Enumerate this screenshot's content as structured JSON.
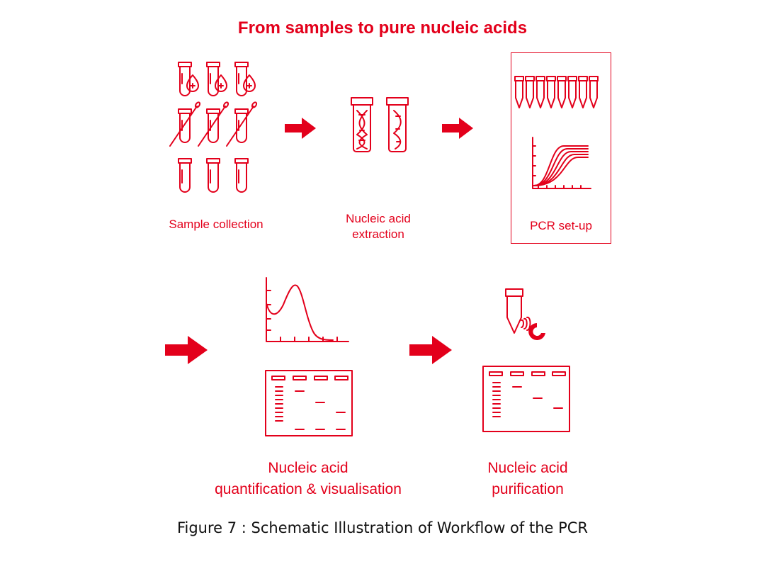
{
  "title": "From samples to pure nucleic acids",
  "steps": {
    "sample_collection": "Sample collection",
    "extraction_line1": "Nucleic acid",
    "extraction_line2": "extraction",
    "pcr_setup": "PCR set-up",
    "quant_line1": "Nucleic acid",
    "quant_line2": "quantification & visualisation",
    "purif_line1": "Nucleic acid",
    "purif_line2": "purification"
  },
  "caption": "Figure 7 : Schematic Illustration of Workflow of the PCR",
  "colors": {
    "accent": "#e3001b",
    "caption": "#111111",
    "background": "#ffffff"
  },
  "icons": [
    "blood-tube-icon",
    "swab-tube-icon",
    "empty-tube-icon",
    "dna-tube-icon",
    "arrow-right-icon",
    "pcr-strip-tube-icon",
    "amplification-curve-icon",
    "spectrum-curve-icon",
    "gel-plate-icon",
    "magnet-tube-icon"
  ]
}
